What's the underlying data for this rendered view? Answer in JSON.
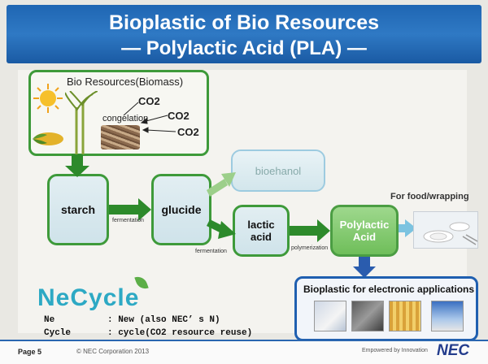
{
  "header": {
    "title": "Bioplastic of Bio Resources",
    "subtitle": "— Polylactic Acid (PLA) —"
  },
  "diagram": {
    "bio_resources_title": "Bio Resources(Biomass)",
    "congelation": "congelation",
    "co2_labels": [
      "CO2",
      "CO2",
      "CO2"
    ],
    "nodes": {
      "starch": "starch",
      "glucide": "glucide",
      "bioethanol": "bioehanol",
      "lactic_acid_1": "lactic",
      "lactic_acid_2": "acid",
      "pla_1": "Polylactic",
      "pla_2": "Acid"
    },
    "edge_labels": {
      "fermentation_1": "fermentation",
      "fermentation_2": "fermentation",
      "polymerization": "polymerization"
    },
    "food_label": "For food/wrapping",
    "applications_title": "Bioplastic for electronic applications"
  },
  "necycle": {
    "logo": "NeCycle",
    "defs": [
      {
        "term": "Ne",
        "desc": ": New (also NEC’ s N)"
      },
      {
        "term": "Cycle",
        "desc": ": cycle(CO2 resource reuse)"
      }
    ]
  },
  "footer": {
    "page": "Page 5",
    "copyright": "© NEC Corporation 2013",
    "tagline": "Empowered by Innovation",
    "logo": "NEC"
  },
  "colors": {
    "header_blue": "#1f66b3",
    "green_border": "#3e9a3a",
    "arrow_green": "#2d8a2b",
    "pla_green": "#6fbe5a",
    "app_blue": "#1f5fb0",
    "necycle_cyan": "#2da9c4"
  }
}
